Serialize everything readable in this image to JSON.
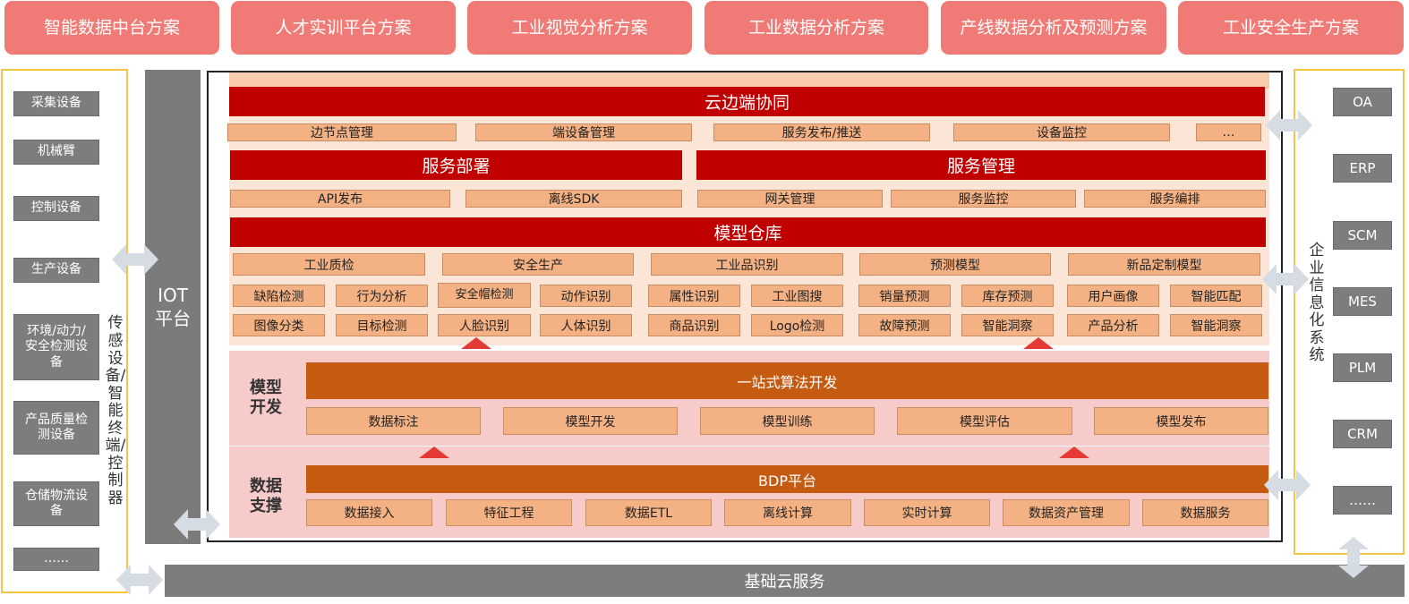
{
  "solutions": [
    "智能数据中台方案",
    "人才实训平台方案",
    "工业视觉分析方案",
    "工业数据分析方案",
    "产线数据分析及预测方案",
    "工业安全生产方案"
  ],
  "left_devices": [
    "采集设备",
    "机械臂",
    "控制设备",
    "生产设备",
    "环境/动力/安全检测设备",
    "产品质量检测设备",
    "仓储物流设备",
    "……"
  ],
  "left_label": "传感设备/智能终端/控制器",
  "iot_label": "IOT平台",
  "right_label": "企业信息化系统",
  "right_systems": [
    "OA",
    "ERP",
    "SCM",
    "MES",
    "PLM",
    "CRM",
    "……"
  ],
  "cloud_edge": {
    "title": "云边端协同",
    "items": [
      "边节点管理",
      "端设备管理",
      "服务发布/推送",
      "设备监控",
      "…"
    ]
  },
  "service_deploy": {
    "title": "服务部署",
    "items": [
      "API发布",
      "离线SDK"
    ]
  },
  "service_manage": {
    "title": "服务管理",
    "items": [
      "网关管理",
      "服务监控",
      "服务编排"
    ]
  },
  "model_repo": {
    "title": "模型仓库",
    "groups": [
      {
        "name": "工业质检",
        "items": [
          "缺陷检测",
          "行为分析",
          "图像分类",
          "目标检测"
        ]
      },
      {
        "name": "安全生产",
        "items": [
          "安全帽检测",
          "动作识别",
          "人脸识别",
          "人体识别"
        ]
      },
      {
        "name": "工业品识别",
        "items": [
          "属性识别",
          "工业图搜",
          "商品识别",
          "Logo检测"
        ]
      },
      {
        "name": "预测模型",
        "items": [
          "销量预测",
          "库存预测",
          "故障预测",
          "智能洞察"
        ]
      },
      {
        "name": "新品定制模型",
        "items": [
          "用户画像",
          "智能匹配",
          "产品分析",
          "智能洞察"
        ]
      }
    ]
  },
  "model_dev": {
    "label": "模型开发",
    "title": "一站式算法开发",
    "items": [
      "数据标注",
      "模型开发",
      "模型训练",
      "模型评估",
      "模型发布"
    ]
  },
  "data_support": {
    "label": "数据支撑",
    "title": "BDP平台",
    "items": [
      "数据接入",
      "特征工程",
      "数据ETL",
      "离线计算",
      "实时计算",
      "数据资产管理",
      "数据服务"
    ]
  },
  "base_cloud": "基础云服务"
}
